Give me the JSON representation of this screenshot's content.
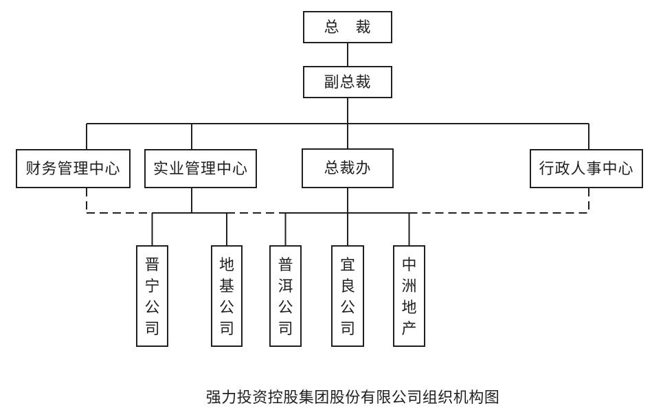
{
  "diagram": {
    "caption": "强力投资控股集团股份有限公司组织机构图",
    "nodes": {
      "president": "总　裁",
      "vice_president": "副总裁",
      "finance_center": "财务管理中心",
      "industry_center": "实业管理中心",
      "president_office": "总裁办",
      "admin_hr_center": "行政人事中心",
      "jinning": "晋宁公司",
      "diji": "地基公司",
      "puer": "普洱公司",
      "yiliang": "宜良公司",
      "zhongzhou": "中洲地产"
    },
    "structure": {
      "root": "president",
      "edges": [
        {
          "from": "president",
          "to": "vice_president",
          "style": "solid"
        },
        {
          "from": "vice_president",
          "to": "finance_center",
          "style": "solid"
        },
        {
          "from": "vice_president",
          "to": "industry_center",
          "style": "solid"
        },
        {
          "from": "vice_president",
          "to": "president_office",
          "style": "solid"
        },
        {
          "from": "vice_president",
          "to": "admin_hr_center",
          "style": "solid"
        },
        {
          "from": "industry_center",
          "to": "jinning",
          "style": "solid"
        },
        {
          "from": "industry_center",
          "to": "diji",
          "style": "solid"
        },
        {
          "from": "president_office",
          "to": "puer",
          "style": "solid"
        },
        {
          "from": "president_office",
          "to": "yiliang",
          "style": "solid"
        },
        {
          "from": "president_office",
          "to": "zhongzhou",
          "style": "solid"
        },
        {
          "from": "finance_center",
          "to": "subsidiaries_bus",
          "style": "dashed"
        },
        {
          "from": "admin_hr_center",
          "to": "subsidiaries_bus",
          "style": "dashed"
        }
      ]
    }
  },
  "colors": {
    "line": "#1f1f1f",
    "text": "#1f1f1f",
    "background": "#ffffff"
  }
}
